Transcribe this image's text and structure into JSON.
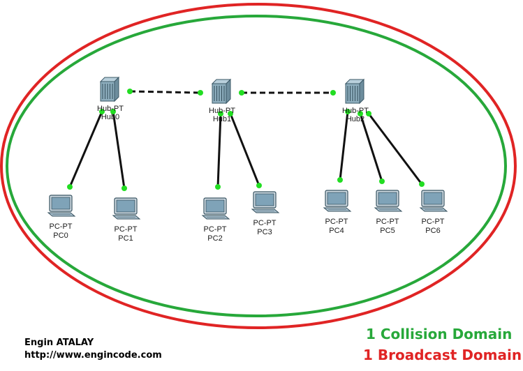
{
  "hubs": [
    {
      "id": "hub0",
      "type_label": "Hub-PT",
      "name": "Hub0"
    },
    {
      "id": "hub1",
      "type_label": "Hub-PT",
      "name": "Hub1"
    },
    {
      "id": "hub2",
      "type_label": "Hub-PT",
      "name": "Hub2"
    }
  ],
  "pcs": [
    {
      "id": "pc0",
      "type_label": "PC-PT",
      "name": "PC0",
      "hub": "hub0"
    },
    {
      "id": "pc1",
      "type_label": "PC-PT",
      "name": "PC1",
      "hub": "hub0"
    },
    {
      "id": "pc2",
      "type_label": "PC-PT",
      "name": "PC2",
      "hub": "hub1"
    },
    {
      "id": "pc3",
      "type_label": "PC-PT",
      "name": "PC3",
      "hub": "hub1"
    },
    {
      "id": "pc4",
      "type_label": "PC-PT",
      "name": "PC4",
      "hub": "hub2"
    },
    {
      "id": "pc5",
      "type_label": "PC-PT",
      "name": "PC5",
      "hub": "hub2"
    },
    {
      "id": "pc6",
      "type_label": "PC-PT",
      "name": "PC6",
      "hub": "hub2"
    }
  ],
  "hub_links": [
    {
      "from": "hub0",
      "to": "hub1",
      "style": "dashed"
    },
    {
      "from": "hub1",
      "to": "hub2",
      "style": "dashed"
    }
  ],
  "colors": {
    "collision_domain": "#27a83a",
    "broadcast_domain": "#e02424",
    "link_up": "#22dd22",
    "cable": "#111111"
  },
  "credits": {
    "author": "Engin ATALAY",
    "url": "http://www.engincode.com"
  },
  "legend": {
    "collision": "1 Collision Domain",
    "broadcast": "1 Broadcast Domain"
  }
}
